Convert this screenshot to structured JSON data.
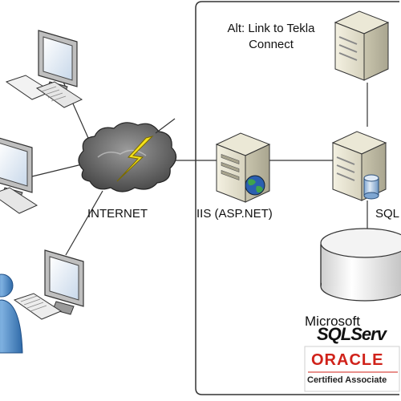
{
  "diagram": {
    "alt_note": "Alt: Link to Tekla Connect",
    "internet_label": "INTERNET",
    "iis_label": "IIS (ASP.NET)",
    "sql_label": "SQL",
    "microsoft_label": "Microsoft",
    "sql_server_logo": "SQLServ",
    "oracle_logo": "ORACLE",
    "oracle_certified": "Certified Associate"
  },
  "icons": {
    "cloud": "cloud-icon",
    "lightning": "lightning-bolt-icon",
    "globe": "globe-icon",
    "database": "database-icon",
    "workstation": "computer-workstation-icon",
    "server": "server-tower-icon",
    "user": "user-person-icon"
  },
  "colors": {
    "oracle_red": "#d0221a",
    "globe_blue": "#2a5fb0",
    "globe_green": "#3fa34d",
    "lightning_yellow": "#f6e21a",
    "person_blue": "#4a86c5"
  }
}
